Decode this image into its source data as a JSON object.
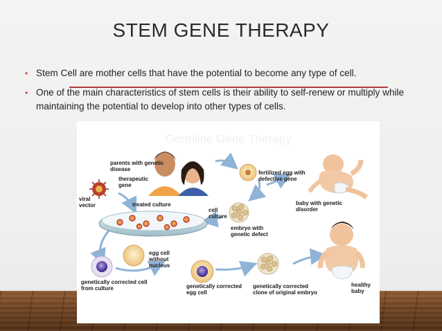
{
  "slide": {
    "title": "STEM GENE THERAPY",
    "bullets": [
      "Stem Cell are mother cells that have the potential to become any type of cell.",
      "One of the main characteristics of stem cells is their ability to self-renew or multiply while maintaining the potential to develop into other types of cells."
    ]
  },
  "figure": {
    "title": "Germline Gene Therapy",
    "labels": {
      "parents": "parents with genetic disease",
      "therapeutic_gene": "therapeutic gene",
      "viral_vector": "viral vector",
      "treated_culture": "treated culture",
      "fertilized_egg": "fertilized egg with defective gene",
      "baby_disorder": "baby with genetic disorder",
      "cell_culture": "cell culture",
      "embryo_defect": "embryo with genetic defect",
      "egg_no_nucleus": "egg cell without nucleus",
      "corrected_cell": "genetically corrected cell from culture",
      "corrected_egg": "genetically corrected egg cell",
      "corrected_clone": "genetically corrected clone of original embryo",
      "healthy_baby": "healthy baby"
    }
  },
  "colors": {
    "accent": "#b03a3a",
    "arrow": "#8fb3d6",
    "floor": "#6e4323"
  }
}
